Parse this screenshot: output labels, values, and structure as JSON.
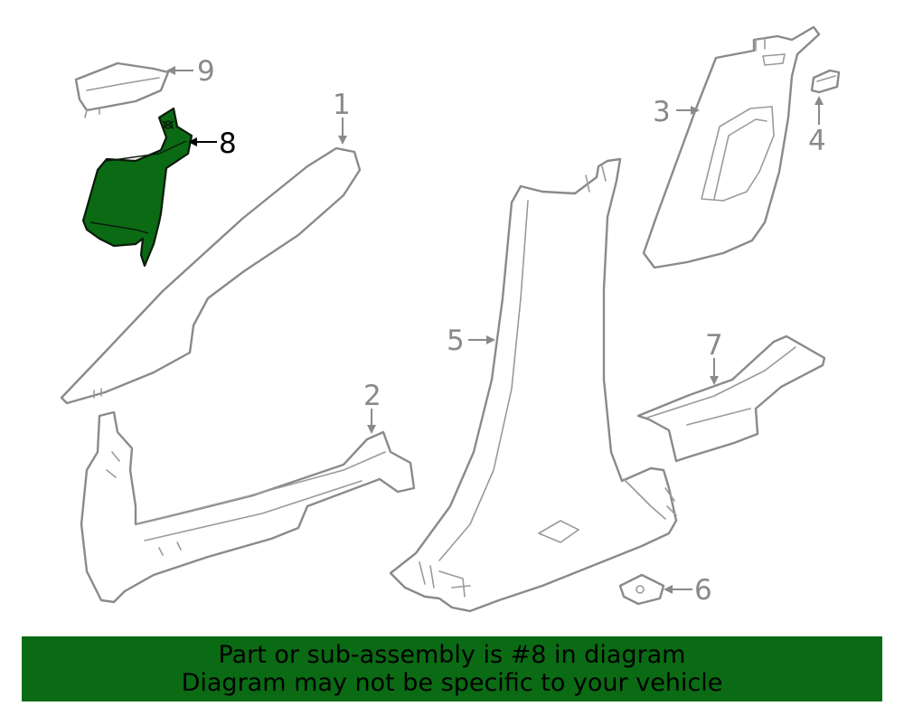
{
  "callouts": [
    {
      "id": "1",
      "label": "1"
    },
    {
      "id": "2",
      "label": "2"
    },
    {
      "id": "3",
      "label": "3"
    },
    {
      "id": "4",
      "label": "4"
    },
    {
      "id": "5",
      "label": "5"
    },
    {
      "id": "6",
      "label": "6"
    },
    {
      "id": "7",
      "label": "7"
    },
    {
      "id": "8",
      "label": "8"
    },
    {
      "id": "9",
      "label": "9"
    }
  ],
  "highlighted_part": "8",
  "colors": {
    "highlight": "#0b6a14",
    "line": "#8a8a8a",
    "banner": "#0b6a14"
  },
  "banner": {
    "line1": "Part or sub-assembly is #8 in diagram",
    "line2": "Diagram may not be specific to your vehicle"
  }
}
